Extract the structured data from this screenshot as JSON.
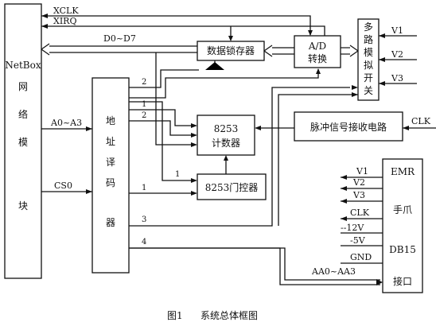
{
  "figure": {
    "caption_num": "图1",
    "caption_text": "系统总体框图"
  },
  "blocks": {
    "netbox": [
      "NetBox",
      "网",
      "络",
      "模",
      "块"
    ],
    "decoder": [
      "地",
      "址",
      "译",
      "码",
      "器"
    ],
    "latch": "数据锁存器",
    "adc": [
      "A/D",
      "转换"
    ],
    "mux": [
      "多",
      "路",
      "模",
      "拟",
      "开",
      "关"
    ],
    "counter": [
      "8253",
      "计数器"
    ],
    "gate": "8253门控器",
    "pulse": "脉冲信号接收电路",
    "emr": [
      "EMR",
      "手爪",
      "DB15",
      "接口"
    ]
  },
  "signals": {
    "xclk": "XCLK",
    "xirq": "XIRQ",
    "data_bus": "D0~D7",
    "addr": "A0~A3",
    "cs": "CS0",
    "v1": "V1",
    "v2": "V2",
    "v3": "V3",
    "clk_in": "CLK",
    "aa_bus": "AA0~AA3"
  },
  "decoder_outputs": [
    "2",
    "1",
    "2",
    "1",
    "1",
    "3",
    "4"
  ],
  "emr_pins": [
    "V1",
    "V2",
    "V3",
    "CLK",
    "--12V",
    "-5V",
    "GND"
  ]
}
